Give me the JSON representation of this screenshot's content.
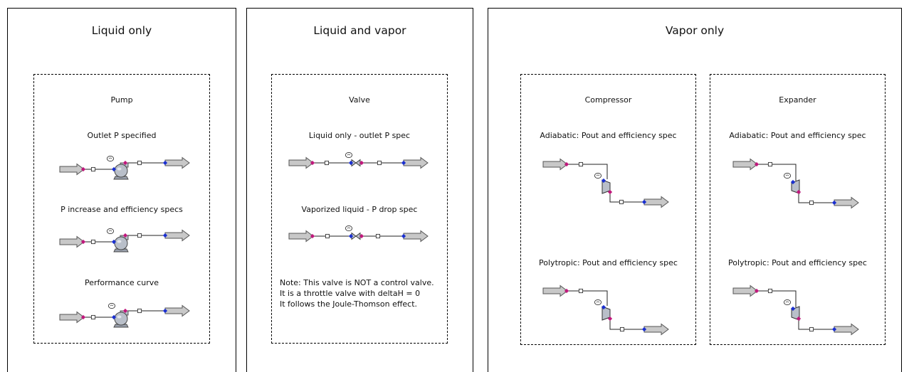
{
  "panels": {
    "liquid_only": {
      "title": "Liquid only",
      "box_title": "Pump",
      "cases": [
        "Outlet P specified",
        "P increase and efficiency specs",
        "Performance curve"
      ]
    },
    "liquid_and_vapor": {
      "title": "Liquid and vapor",
      "box_title": "Valve",
      "cases": [
        "Liquid only - outlet P spec",
        "Vaporized liquid - P drop spec"
      ],
      "note": [
        "Note: This valve is NOT a control valve.",
        "It is a throttle valve with deltaH = 0",
        "It follows the Joule-Thomson effect."
      ]
    },
    "vapor_only": {
      "title": "Vapor only",
      "compressor": {
        "box_title": "Compressor",
        "cases": [
          "Adiabatic: Pout and efficiency spec",
          "Polytropic: Pout and efficiency spec"
        ]
      },
      "expander": {
        "box_title": "Expander",
        "cases": [
          "Adiabatic: Pout and efficiency spec",
          "Polytropic: Pout and efficiency spec"
        ]
      }
    }
  },
  "colors": {
    "stream_fill": "#c8c8c8",
    "inlet_port": "#c0187c",
    "outlet_port": "#1a2fd0",
    "equipment_fill": "#b9bfc9"
  },
  "icons": [
    "stream-arrow-icon",
    "pump-icon",
    "valve-icon",
    "compressor-icon",
    "expander-icon",
    "calculator-badge-icon"
  ]
}
